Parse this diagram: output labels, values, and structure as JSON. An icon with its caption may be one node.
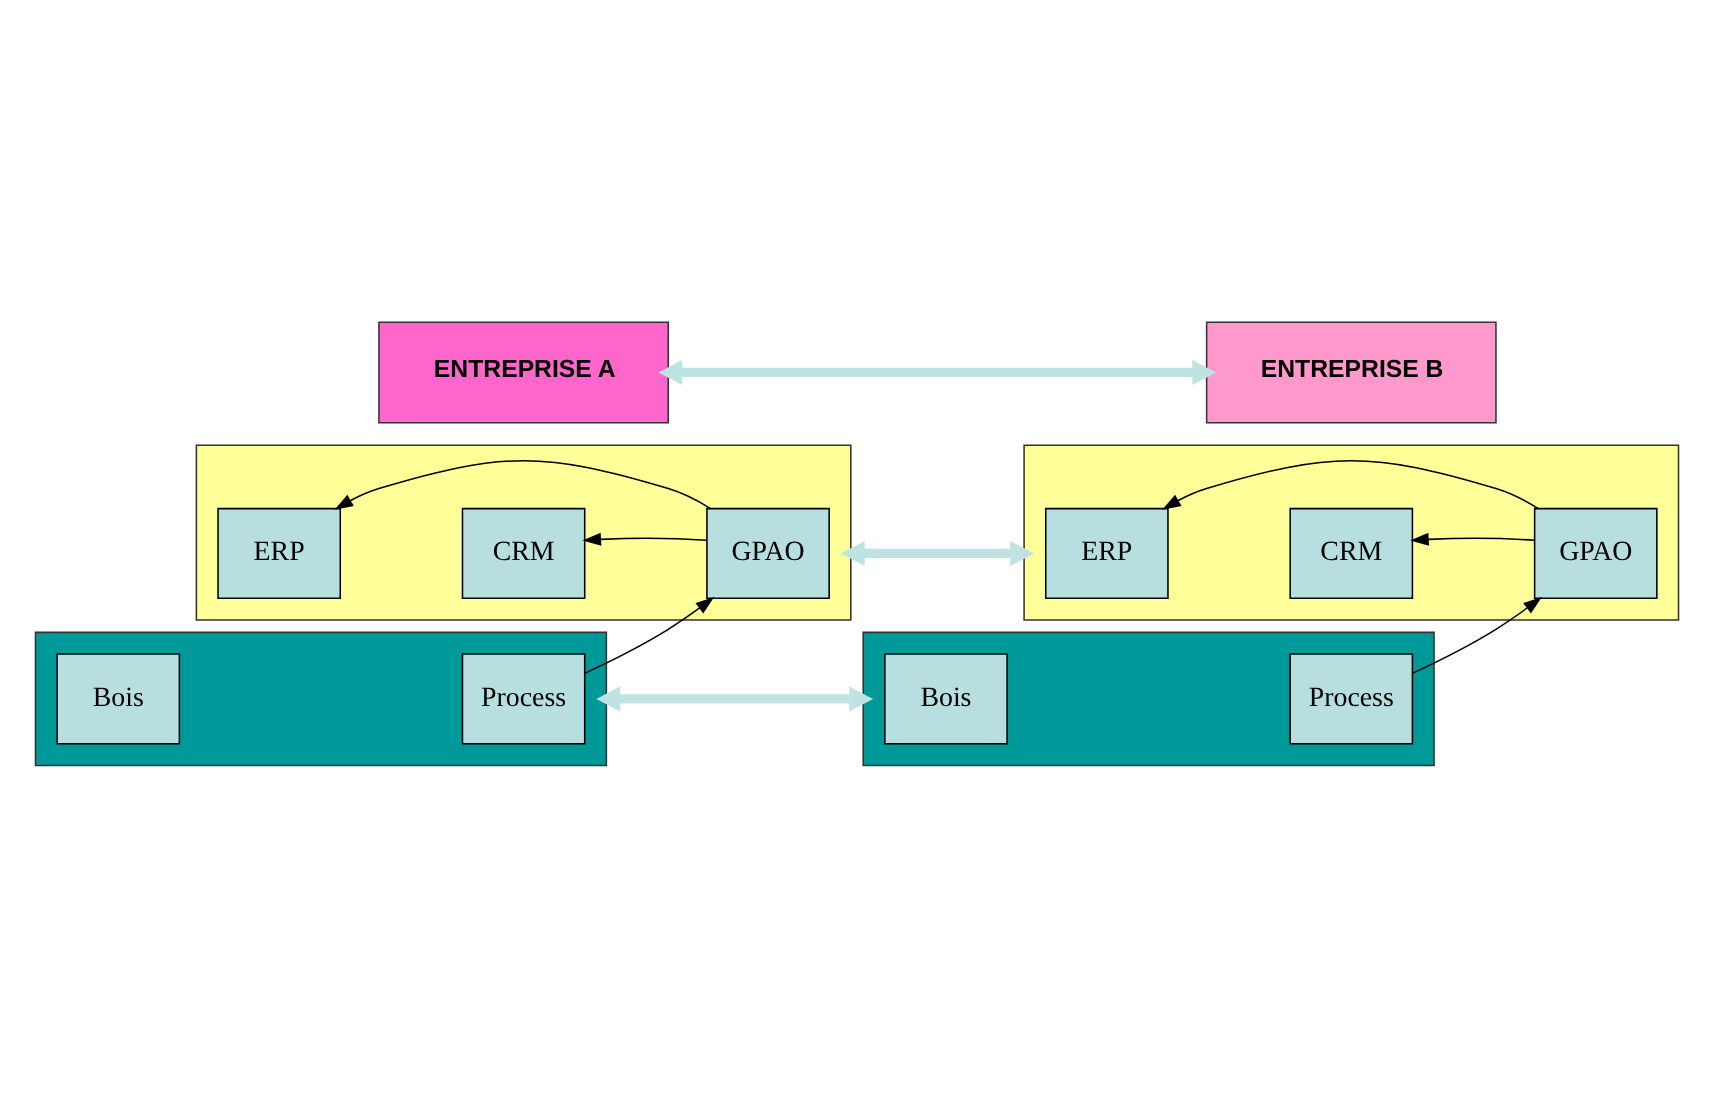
{
  "diagram": {
    "nodes": [
      {
        "text": [
          "ENTREPRISE A"
        ]
      },
      {
        "text": [
          "ENTREPRISE B"
        ]
      },
      {
        "text": [],
        "shape": "box"
      },
      {
        "text": [
          "ERP"
        ],
        "in": 2
      },
      {
        "text": [
          "CRM"
        ],
        "in": 2
      },
      {
        "text": [
          "GPAO"
        ],
        "in": 2
      },
      {
        "text": [],
        "shape": "box"
      },
      {
        "text": [
          "ERP"
        ],
        "in": 6
      },
      {
        "text": [
          "CRM"
        ],
        "in": 6
      },
      {
        "text": [
          "GPAO"
        ],
        "in": 6
      },
      {
        "text": [],
        "shape": "box"
      },
      {
        "text": [
          "Bois"
        ],
        "in": 10
      },
      {
        "text": [
          "Process"
        ],
        "in": 10
      },
      {
        "text": [],
        "shape": "box"
      },
      {
        "text": [
          "Bois"
        ],
        "in": 13
      },
      {
        "text": [
          "Process"
        ],
        "in": 13
      }
    ],
    "edges": [
      {
        "from": 0,
        "to": 1,
        "arrow": "both",
        "style": "thick",
        "color": "#bfe3e3"
      },
      {
        "from": 2,
        "to": 6,
        "arrow": "both",
        "style": "thick",
        "color": "#bfe3e3"
      },
      {
        "from": 10,
        "to": 13,
        "arrow": "both",
        "style": "thick",
        "color": "#bfe3e3"
      },
      {
        "from": 5,
        "to": 4,
        "arrow": "to"
      },
      {
        "from": 5,
        "to": 3,
        "arrow": "to"
      },
      {
        "from": 12,
        "to": 5,
        "arrow": "to"
      },
      {
        "from": 9,
        "to": 8,
        "arrow": "to"
      },
      {
        "from": 9,
        "to": 7,
        "arrow": "to"
      },
      {
        "from": 15,
        "to": 9,
        "arrow": "to"
      }
    ]
  }
}
